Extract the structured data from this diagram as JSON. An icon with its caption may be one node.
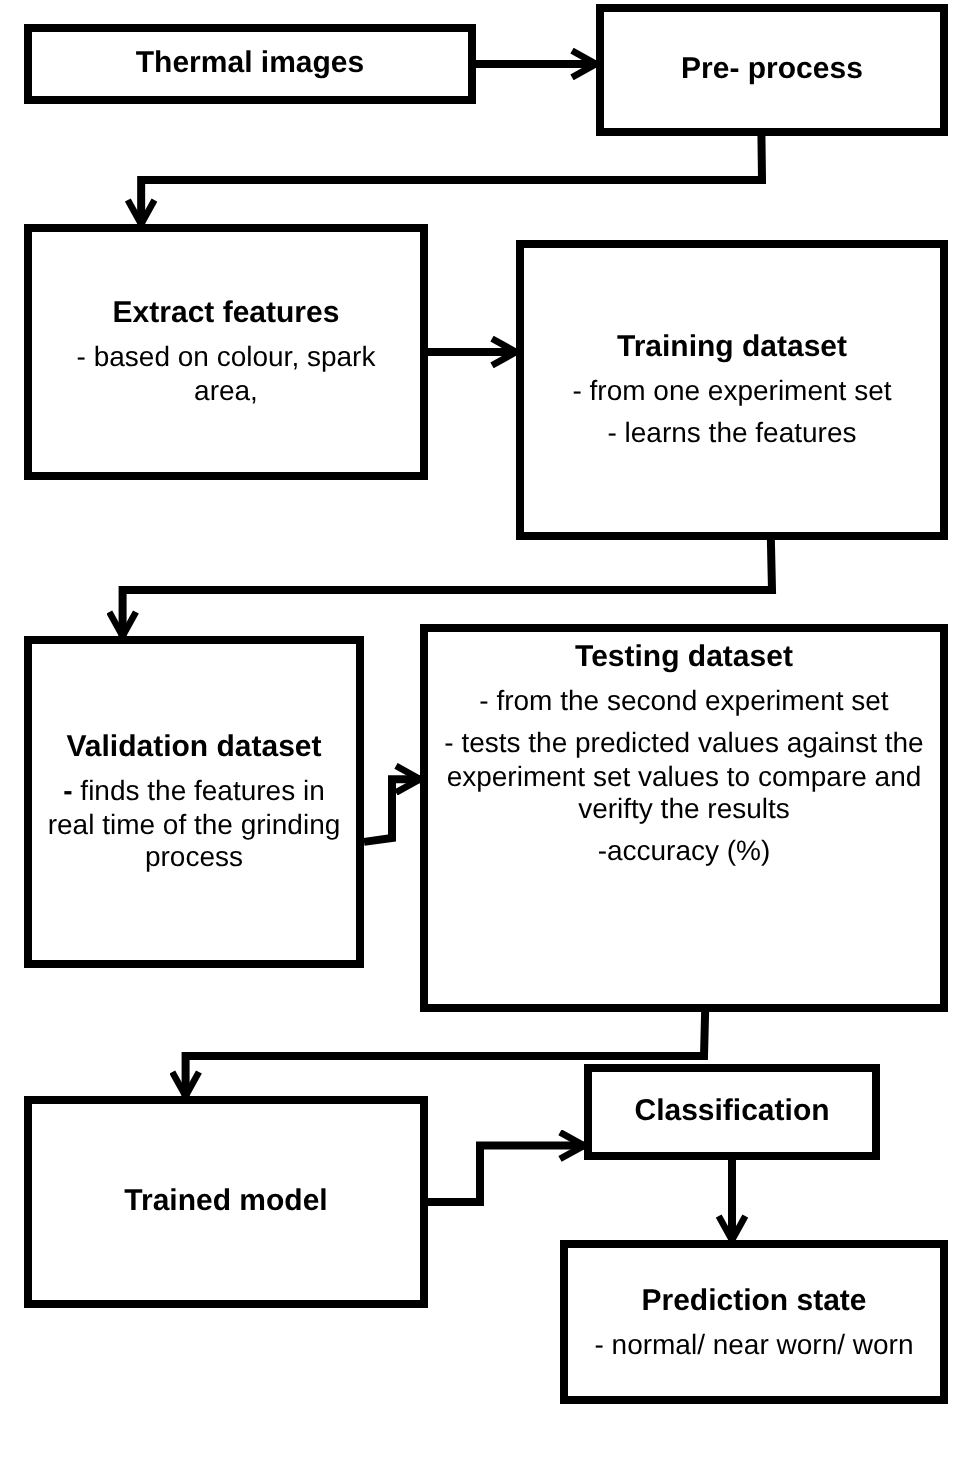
{
  "diagram": {
    "nodes": [
      {
        "text": [
          "Thermal images"
        ]
      },
      {
        "text": [
          "Pre- process"
        ]
      },
      {
        "text": [
          "Extract features",
          "- based on colour, spark area,"
        ]
      },
      {
        "text": [
          "Training dataset",
          "- from one experiment set",
          "- learns the features"
        ]
      },
      {
        "text": [
          "Validation dataset",
          "**-** finds the features in real time of the grinding process"
        ]
      },
      {
        "text": [
          "Testing dataset",
          "- from the second experiment set",
          "- tests the predicted values against the experiment set values to compare and verifty the results",
          "-accuracy (%)"
        ]
      },
      {
        "text": [
          "Trained model"
        ]
      },
      {
        "text": [
          "Classification"
        ]
      },
      {
        "text": [
          "Prediction state",
          "- normal/ near worn/ worn"
        ]
      }
    ],
    "edges": [
      {
        "from": 0,
        "to": 1,
        "arrow": "to"
      },
      {
        "from": 1,
        "to": 2,
        "arrow": "to"
      },
      {
        "from": 2,
        "to": 3,
        "arrow": "to"
      },
      {
        "from": 3,
        "to": 4,
        "arrow": "to"
      },
      {
        "from": 4,
        "to": 5,
        "arrow": "to"
      },
      {
        "from": 5,
        "to": 6,
        "arrow": "to"
      },
      {
        "from": 6,
        "to": 7,
        "arrow": "to"
      },
      {
        "from": 7,
        "to": 8,
        "arrow": "to"
      }
    ]
  }
}
